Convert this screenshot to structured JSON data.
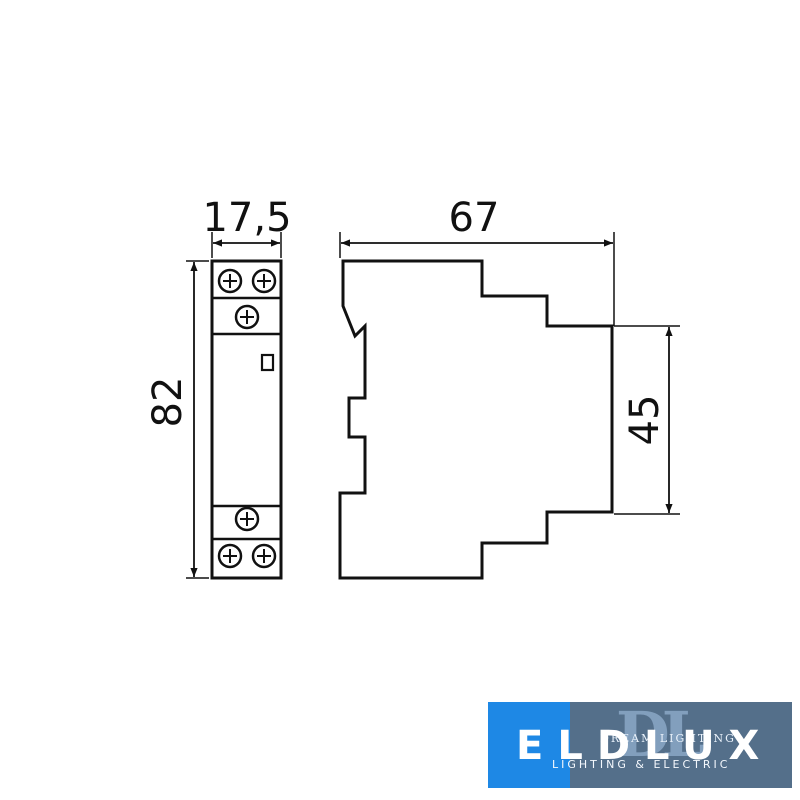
{
  "dimensions": {
    "width_label": "17,5",
    "height_label": "82",
    "depth_label": "67",
    "front_height_label": "45"
  },
  "logo": {
    "brand": "ELDLUX",
    "tagline_top": "DREAM LIGHTING",
    "tagline_bottom": "LIGHTING & ELECTRIC",
    "monogram": "DL",
    "colors": {
      "background": "#1e88e5",
      "shade": "#5e6b7a",
      "text": "#ffffff"
    }
  },
  "colors": {
    "line": "#111111",
    "background": "#ffffff"
  }
}
